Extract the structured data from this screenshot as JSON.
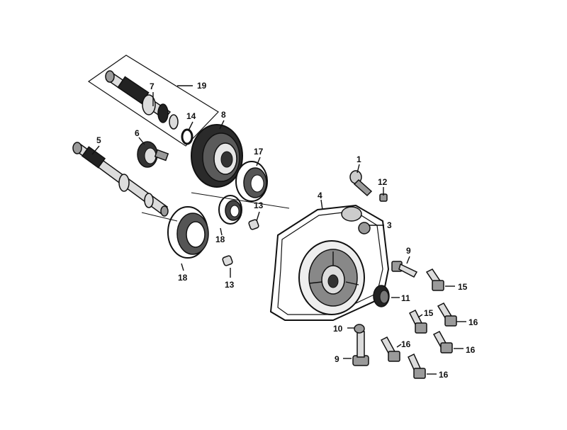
{
  "callouts": {
    "c1": "1",
    "c3": "3",
    "c4": "4",
    "c5": "5",
    "c6": "6",
    "c7": "7",
    "c8": "8",
    "c9a": "9",
    "c9b": "9",
    "c10": "10",
    "c11": "11",
    "c12": "12",
    "c13a": "13",
    "c13b": "13",
    "c14": "14",
    "c15a": "15",
    "c15b": "15",
    "c16a": "16",
    "c16b": "16",
    "c16c": "16",
    "c16d": "16",
    "c17": "17",
    "c18a": "18",
    "c18b": "18",
    "c19": "19"
  }
}
